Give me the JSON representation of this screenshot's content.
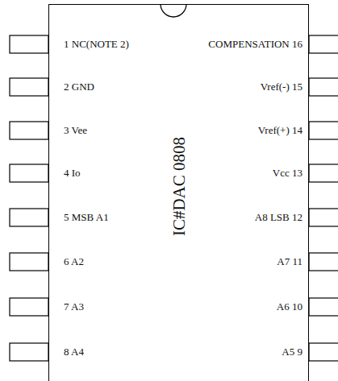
{
  "diagram": {
    "nodes": [
      {
        "text": [
          "IC#DAC 0808"
        ]
      }
    ],
    "labels": [
      "1 NC(NOTE 2)",
      "2 GND",
      "3 Vee",
      "4 Io",
      "5 MSB A1",
      "6 A2",
      "7 A3",
      "8 A4",
      "COMPENSATION 16",
      "Vref(-) 15",
      "Vref(+) 14",
      "Vcc 13",
      "A8 LSB 12",
      "A7 11",
      "A6 10",
      "A5 9"
    ]
  }
}
